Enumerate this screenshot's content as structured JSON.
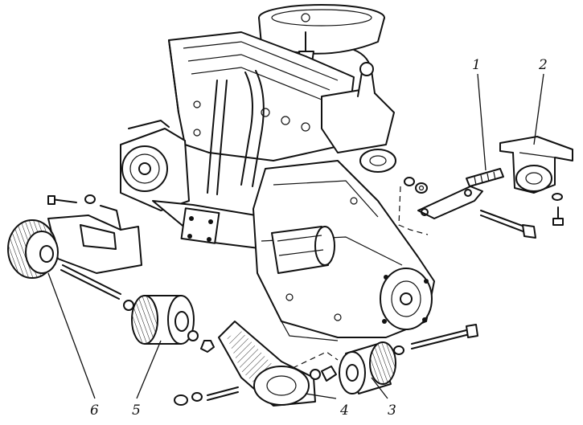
{
  "callouts": [
    {
      "id": "1",
      "text": "1"
    },
    {
      "id": "2",
      "text": "2"
    },
    {
      "id": "3",
      "text": "3"
    },
    {
      "id": "4",
      "text": "4"
    },
    {
      "id": "5",
      "text": "5"
    },
    {
      "id": "6",
      "text": "6"
    }
  ],
  "colors": {
    "ink": "#111111",
    "paper": "#ffffff"
  }
}
